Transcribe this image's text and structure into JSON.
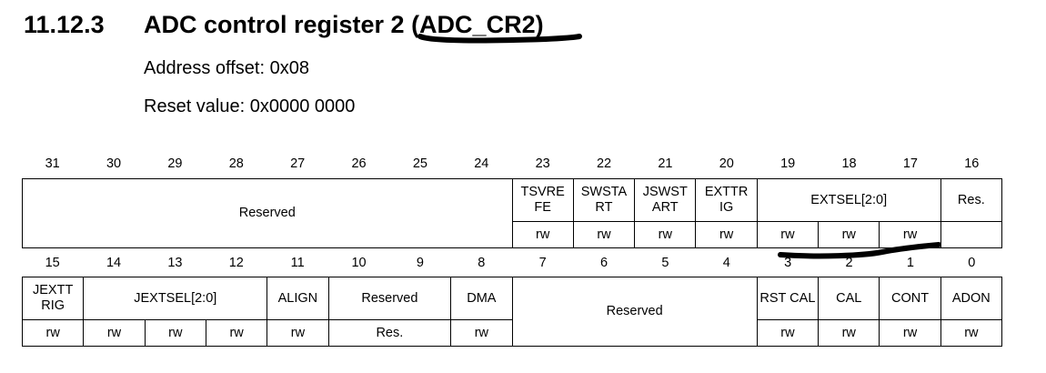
{
  "section": {
    "number": "11.12.3",
    "title": "ADC control register 2 ",
    "title_abbrev": "(ADC_CR2)",
    "address_offset": "Address offset: 0x08",
    "reset_value": "Reset value: 0x0000 0000"
  },
  "upper_register": {
    "bit_numbers": [
      "31",
      "30",
      "29",
      "28",
      "27",
      "26",
      "25",
      "24",
      "23",
      "22",
      "21",
      "20",
      "19",
      "18",
      "17",
      "16"
    ],
    "fields": {
      "reserved": "Reserved",
      "tsvrefe": "TSVRE FE",
      "swstart": "SWSTA RT",
      "jswstart": "JSWST ART",
      "exttrig": "EXTTR IG",
      "extsel": "EXTSEL[2:0]",
      "res16": "Res."
    },
    "access": {
      "tsvrefe": "rw",
      "swstart": "rw",
      "jswstart": "rw",
      "exttrig": "rw",
      "extsel_19": "rw",
      "extsel_18": "rw",
      "extsel_17": "rw",
      "res16": ""
    }
  },
  "lower_register": {
    "bit_numbers": [
      "15",
      "14",
      "13",
      "12",
      "11",
      "10",
      "9",
      "8",
      "7",
      "6",
      "5",
      "4",
      "3",
      "2",
      "1",
      "0"
    ],
    "fields": {
      "jexttrig": "JEXTT RIG",
      "jextsel": "JEXTSEL[2:0]",
      "align": "ALIGN",
      "reserved_10_9": "Reserved",
      "dma": "DMA",
      "reserved_7_4": "Reserved",
      "rstcal": "RST CAL",
      "cal": "CAL",
      "cont": "CONT",
      "adon": "ADON"
    },
    "access": {
      "jexttrig": "rw",
      "jextsel_14": "rw",
      "jextsel_13": "rw",
      "jextsel_12": "rw",
      "align": "rw",
      "reserved_10_9": "Res.",
      "dma": "rw",
      "rstcal": "rw",
      "cal": "rw",
      "cont": "rw",
      "adon": "rw"
    }
  },
  "annotation_color": "#000000"
}
